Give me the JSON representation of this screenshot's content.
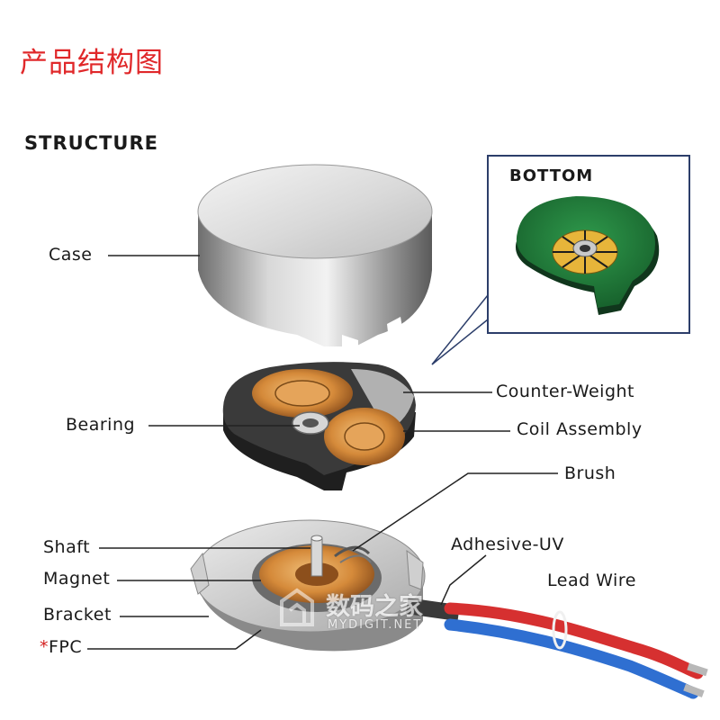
{
  "title": "产品结构图",
  "subtitle": "STRUCTURE",
  "inset": {
    "title": "BOTTOM"
  },
  "labels": {
    "case": "Case",
    "counter_weight": "Counter-Weight",
    "bearing": "Bearing",
    "coil_assembly": "Coil Assembly",
    "brush": "Brush",
    "shaft": "Shaft",
    "adhesive_uv": "Adhesive-UV",
    "magnet": "Magnet",
    "lead_wire": "Lead Wire",
    "bracket": "Bracket",
    "fpc_star": "*",
    "fpc": "FPC"
  },
  "watermark": {
    "cn": "数码之家",
    "en": "MYDIGIT.NET"
  },
  "colors": {
    "title_red": "#e0282a",
    "pcb_green": "#1f7a3a",
    "coil_copper": "#d58a3a",
    "wire_red": "#d63030",
    "wire_blue": "#2f6fd1"
  }
}
